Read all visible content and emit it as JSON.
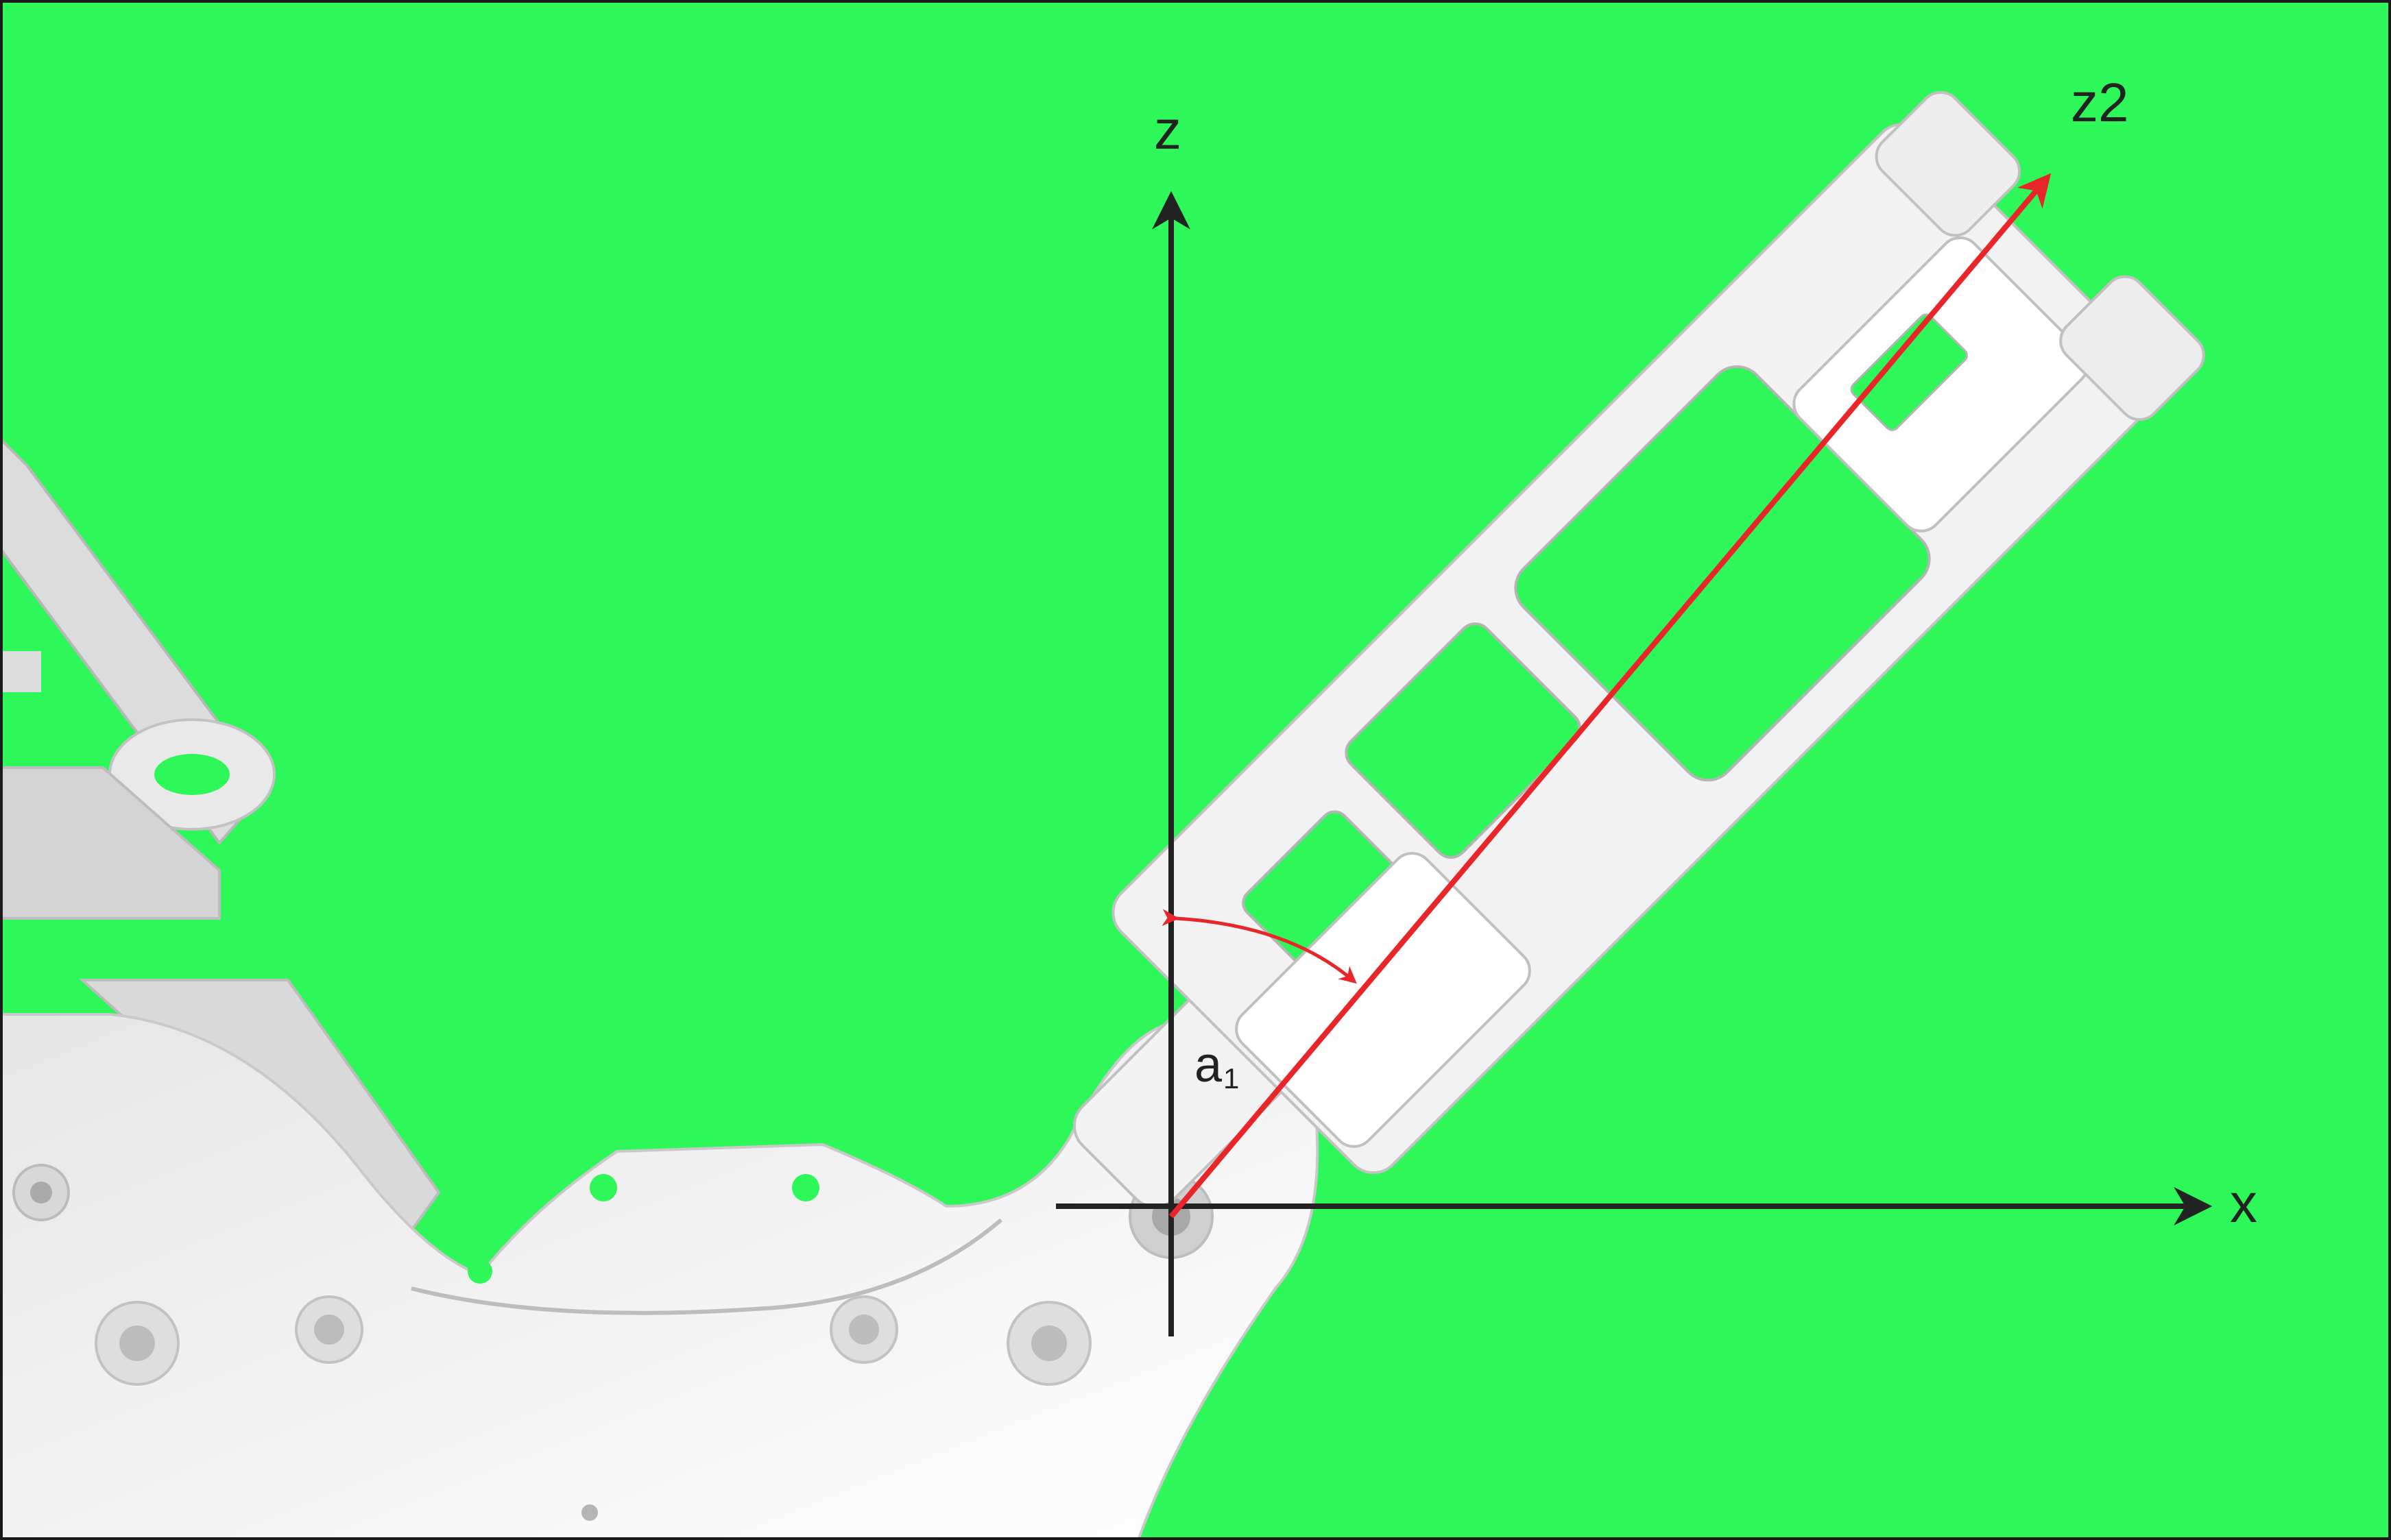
{
  "axes": {
    "z": "z",
    "x": "x",
    "z2": "z2",
    "angle": {
      "symbol": "a",
      "subscript": "1"
    }
  },
  "colors": {
    "background": "#2ef759",
    "axis": "#222222",
    "rotated_axis": "#e8262a",
    "part": "#f0f0f0",
    "part_shadow": "#bdbdbd",
    "border": "#1a1a1a"
  }
}
